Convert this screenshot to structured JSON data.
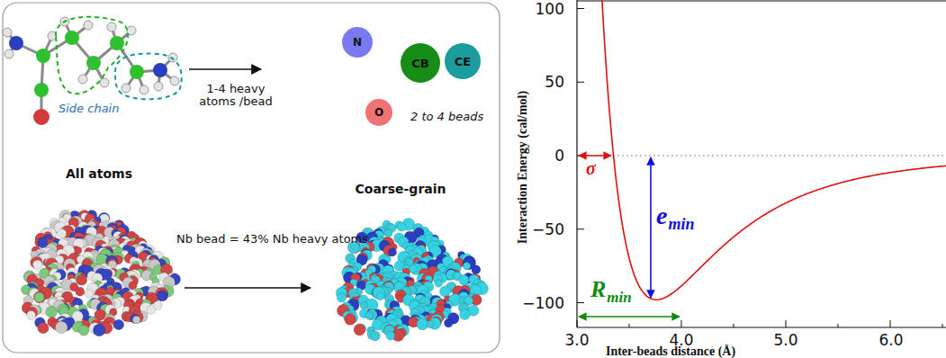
{
  "diagram": {
    "nodes": [
      {
        "text": [
          "N"
        ]
      },
      {
        "text": [
          "CB"
        ]
      },
      {
        "text": [
          "CE"
        ]
      },
      {
        "text": [
          "O"
        ]
      }
    ],
    "labels": [
      "Side chain",
      "1-4 heavy atoms /bead",
      "2 to 4 beads",
      "All atoms",
      "Coarse-grain",
      "Nb bead = 43% Nb heavy atoms",
      "100",
      "50",
      "0",
      "−50",
      "−100",
      "3.0",
      "4.0",
      "5.0",
      "6.0",
      "Interaction Energy (cal/mol)",
      "Inter-beads distance (Å)",
      "σ",
      "e",
      "min",
      "R",
      "min"
    ]
  }
}
